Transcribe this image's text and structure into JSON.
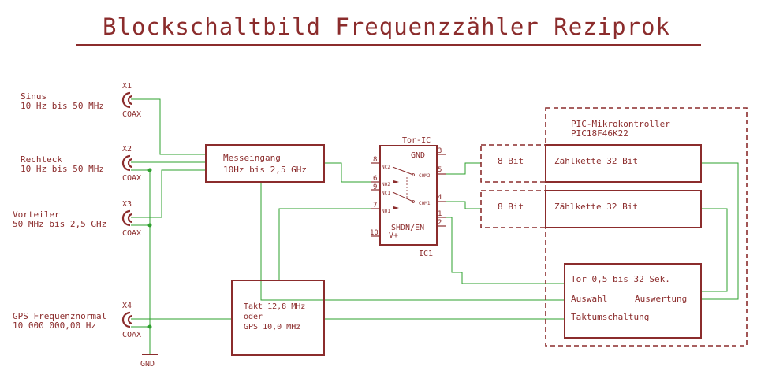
{
  "title": "Blockschaltbild Frequenzzähler Reziprok",
  "inputs": {
    "sinus": {
      "ref": "X1",
      "name": "Sinus",
      "range": "10 Hz bis 50 MHz",
      "type": "COAX"
    },
    "rechteck": {
      "ref": "X2",
      "name": "Rechteck",
      "range": "10 Hz bis 50 MHz",
      "type": "COAX"
    },
    "vorteiler": {
      "ref": "X3",
      "name": "Vorteiler",
      "range": "50 MHz bis 2,5 GHz",
      "type": "COAX"
    },
    "gps": {
      "ref": "X4",
      "name": "GPS Frequenznormal",
      "range": "10 000 000,00 Hz",
      "type": "COAX"
    }
  },
  "gnd_label": "GND",
  "messeingang": {
    "line1": "Messeingang",
    "line2": "10Hz bis 2,5 GHz"
  },
  "takt": {
    "line1": "Takt 12,8 MHz",
    "line2": "oder",
    "line3": "GPS 10,0 MHz"
  },
  "tor_ic": {
    "name": "Tor-IC",
    "ref": "IC1",
    "gnd": "GND",
    "shdn": "SHDN/EN",
    "vplus": "V+",
    "pin_labels": [
      "NC2",
      "NO2",
      "NC1",
      "NO1",
      "COM2",
      "COM1"
    ],
    "pin_numbers": [
      "3",
      "5",
      "4",
      "1",
      "2",
      "8",
      "6",
      "9",
      "7",
      "10"
    ]
  },
  "pic": {
    "title": "PIC-Mikrokontroller",
    "part": "PIC18F46K22",
    "bit8_a": "8 Bit",
    "bit8_b": "8 Bit",
    "counter_a": "Zählkette 32 Bit",
    "counter_b": "Zählkette 32 Bit",
    "tor": "Tor 0,5 bis 32 Sek.",
    "auswahl": "Auswahl",
    "auswertung": "Auswertung",
    "taktumschaltung": "Taktumschaltung"
  }
}
